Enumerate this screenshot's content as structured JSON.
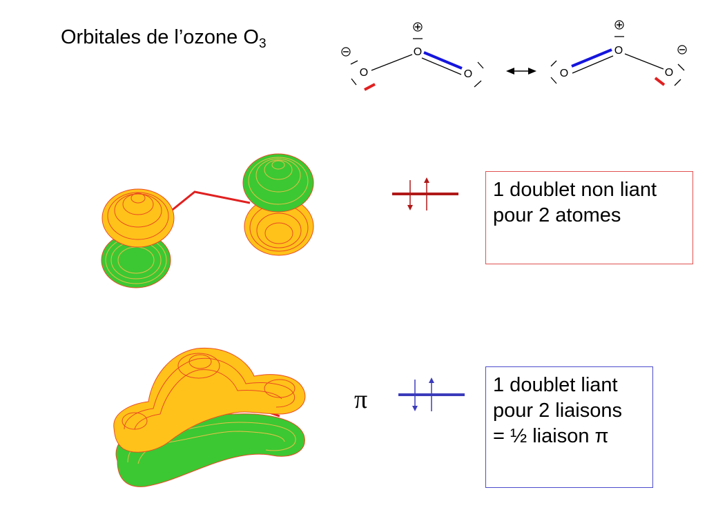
{
  "title": {
    "text": "Orbitales de l’ozone O",
    "subscript": "3"
  },
  "resonance": {
    "left_structure": {
      "atom_top": "O",
      "atom_left": "O",
      "atom_right": "O"
    },
    "right_structure": {
      "atom_top": "O",
      "atom_left": "O",
      "atom_right": "O"
    }
  },
  "orbitals": {
    "nonbonding": {
      "description_lines": [
        "1 doublet non liant",
        "pour 2 atomes"
      ],
      "level_color": "#b01818",
      "electron_count": 2
    },
    "bonding_pi": {
      "symbol": "π",
      "description_lines": [
        "1 doublet liant",
        "pour 2 liaisons",
        "= ½ liaison π"
      ],
      "level_color": "#3b3bbb",
      "electron_count": 2
    }
  },
  "colors": {
    "lobe_yellow": "#ffc21a",
    "lobe_green": "#3cc832",
    "contour_line": "#e84a22",
    "bond_red": "#e02020",
    "bond_blue": "#1515dd"
  }
}
